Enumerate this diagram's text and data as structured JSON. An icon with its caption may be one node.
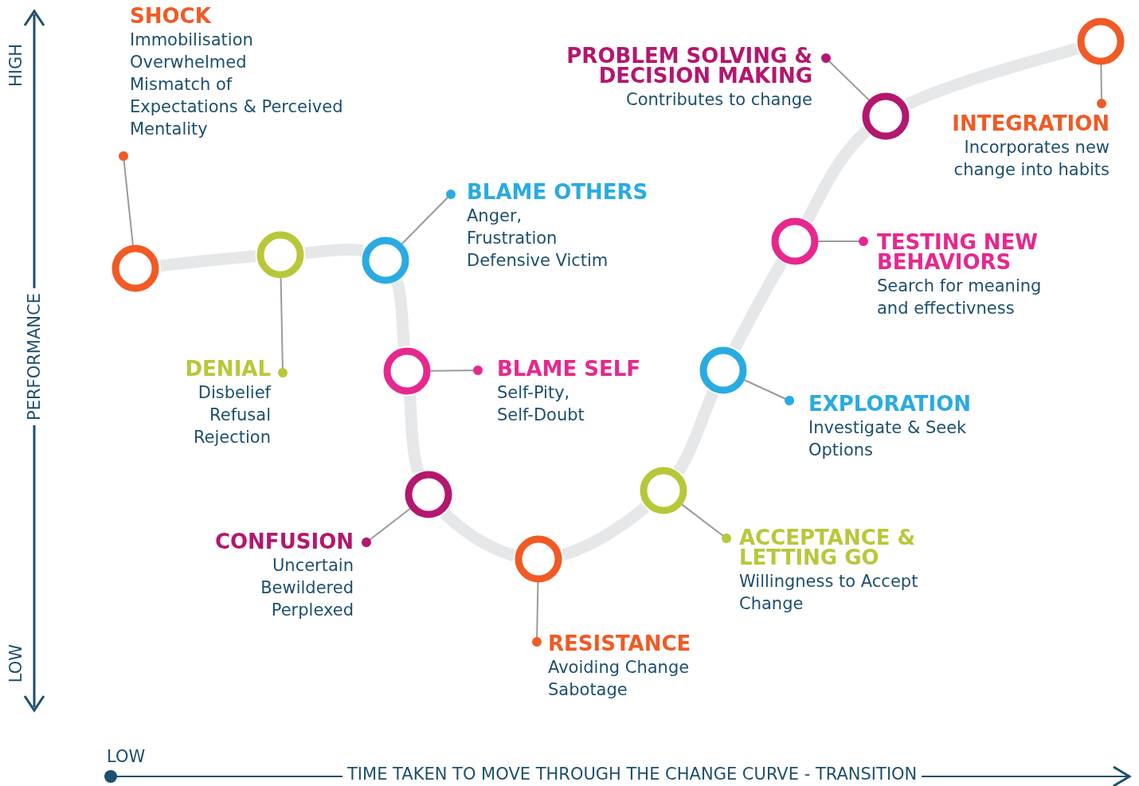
{
  "diagram": {
    "nodes": [
      {
        "text": [
          "SHOCK",
          "Immobilisation",
          "Overwhelmed",
          "Mismatch of Expectations & Perceived Mentality"
        ]
      },
      {
        "text": [
          "DENIAL",
          "Disbelief",
          "Refusal",
          "Rejection"
        ]
      },
      {
        "text": [
          "BLAME OTHERS",
          "Anger,",
          "Frustration",
          "Defensive Victim"
        ]
      },
      {
        "text": [
          "BLAME SELF",
          "Self-Pity,",
          "Self-Doubt"
        ]
      },
      {
        "text": [
          "CONFUSION",
          "Uncertain",
          "Bewildered",
          "Perplexed"
        ]
      },
      {
        "text": [
          "RESISTANCE",
          "Avoiding Change",
          "Sabotage"
        ]
      },
      {
        "text": [
          "ACCEPTANCE & LETTING GO",
          "Willingness to Accept Change"
        ]
      },
      {
        "text": [
          "EXPLORATION",
          "Investigate & Seek Options"
        ]
      },
      {
        "text": [
          "TESTING NEW BEHAVIORS",
          "Search for meaning and effectivness"
        ]
      },
      {
        "text": [
          "PROBLEM SOLVING & DECISION MAKING",
          "Contributes to change"
        ]
      },
      {
        "text": [
          "INTEGRATION",
          "Incorporates new change into habits"
        ]
      },
      {
        "text": [],
        "shape": "circle"
      },
      {
        "text": [],
        "shape": "circle"
      },
      {
        "text": [],
        "shape": "circle"
      },
      {
        "text": [],
        "shape": "circle"
      },
      {
        "text": [],
        "shape": "circle"
      },
      {
        "text": [],
        "shape": "circle"
      },
      {
        "text": [],
        "shape": "circle"
      },
      {
        "text": [],
        "shape": "circle"
      },
      {
        "text": [],
        "shape": "circle"
      },
      {
        "text": [],
        "shape": "circle"
      },
      {
        "text": [],
        "shape": "circle"
      }
    ],
    "edges": [
      {
        "from": 11,
        "to": 12,
        "arrow": "none",
        "style": "thick",
        "color": "#e6e7e8"
      },
      {
        "from": 12,
        "to": 13,
        "arrow": "none",
        "style": "thick",
        "color": "#e6e7e8"
      },
      {
        "from": 13,
        "to": 14,
        "arrow": "none",
        "style": "thick",
        "color": "#e6e7e8"
      },
      {
        "from": 14,
        "to": 15,
        "arrow": "none",
        "style": "thick",
        "color": "#e6e7e8"
      },
      {
        "from": 15,
        "to": 16,
        "arrow": "none",
        "style": "thick",
        "color": "#e6e7e8"
      },
      {
        "from": 16,
        "to": 17,
        "arrow": "none",
        "style": "thick",
        "color": "#e6e7e8"
      },
      {
        "from": 17,
        "to": 18,
        "arrow": "none",
        "style": "thick",
        "color": "#e6e7e8"
      },
      {
        "from": 18,
        "to": 19,
        "arrow": "none",
        "style": "thick",
        "color": "#e6e7e8"
      },
      {
        "from": 19,
        "to": 20,
        "arrow": "none",
        "style": "thick",
        "color": "#e6e7e8"
      },
      {
        "from": 20,
        "to": 21,
        "arrow": "none",
        "style": "thick",
        "color": "#e6e7e8"
      },
      {
        "from": 0,
        "to": 11,
        "arrow": "other"
      },
      {
        "from": 1,
        "to": 12,
        "arrow": "other"
      },
      {
        "from": 2,
        "to": 13,
        "arrow": "other"
      },
      {
        "from": 3,
        "to": 14,
        "arrow": "other"
      },
      {
        "from": 4,
        "to": 15,
        "arrow": "other"
      },
      {
        "from": 5,
        "to": 16,
        "arrow": "other"
      },
      {
        "from": 6,
        "to": 17,
        "arrow": "other"
      },
      {
        "from": 7,
        "to": 18,
        "arrow": "other"
      },
      {
        "from": 8,
        "to": 19,
        "arrow": "other"
      },
      {
        "from": 9,
        "to": 20,
        "arrow": "other"
      },
      {
        "from": 10,
        "to": 21,
        "arrow": "other"
      }
    ],
    "labels": [
      "HIGH",
      "PERFORMANCE",
      "LOW",
      "LOW",
      "TIME TAKEN TO MOVE THROUGH THE CHANGE CURVE - TRANSITION"
    ]
  }
}
